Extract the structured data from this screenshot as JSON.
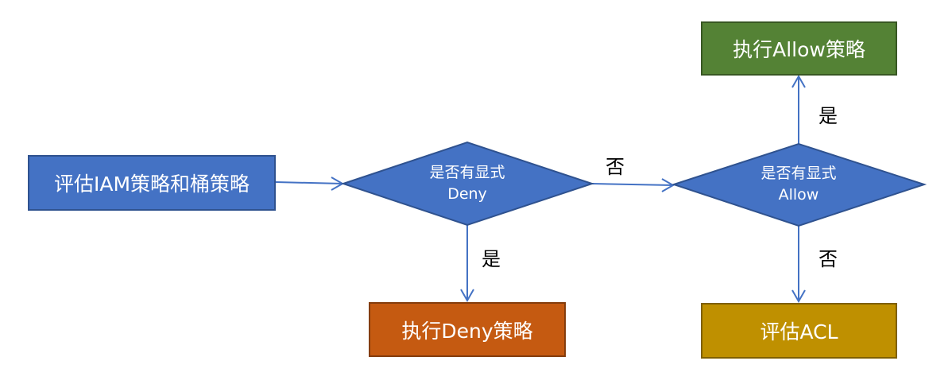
{
  "nodes": {
    "start": {
      "label": "评估IAM策略和桶策略",
      "color": "#4472C4"
    },
    "deny_check": {
      "line1": "是否有显式",
      "line2": "Deny",
      "color": "#4472C4"
    },
    "allow_check": {
      "line1": "是否有显式",
      "line2": "Allow",
      "color": "#4472C4"
    },
    "deny_exec": {
      "label": "执行Deny策略",
      "color": "#C55A11"
    },
    "allow_exec": {
      "label": "执行Allow策略",
      "color": "#548235"
    },
    "acl": {
      "label": "评估ACL",
      "color": "#BF9000"
    }
  },
  "edges": {
    "deny_yes": "是",
    "deny_no": "否",
    "allow_yes": "是",
    "allow_no": "否"
  }
}
